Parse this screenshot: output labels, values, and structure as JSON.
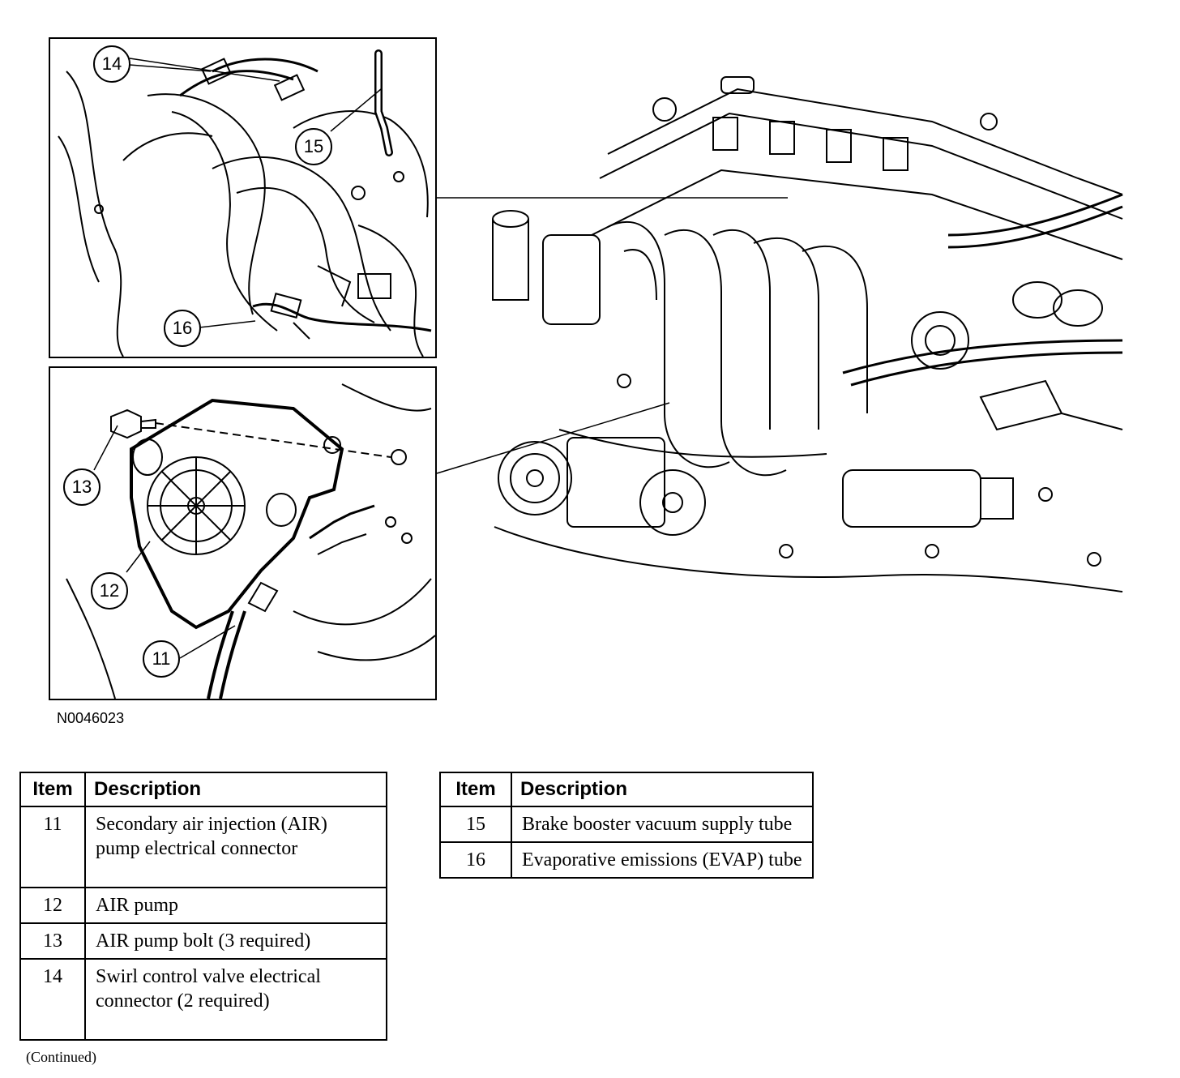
{
  "figure": {
    "id": "N0046023",
    "callouts": {
      "c14": "14",
      "c15": "15",
      "c16": "16",
      "c13": "13",
      "c12": "12",
      "c11": "11"
    }
  },
  "legend": {
    "header_item": "Item",
    "header_description": "Description",
    "left_rows": [
      {
        "item": "11",
        "description": "Secondary air injection (AIR) pump electrical connector"
      },
      {
        "item": "12",
        "description": "AIR pump"
      },
      {
        "item": "13",
        "description": "AIR pump bolt (3 required)"
      },
      {
        "item": "14",
        "description": "Swirl control valve electrical connector (2 required)"
      }
    ],
    "right_rows": [
      {
        "item": "15",
        "description": "Brake booster vacuum supply tube"
      },
      {
        "item": "16",
        "description": "Evaporative emissions (EVAP) tube"
      }
    ]
  },
  "footer": {
    "continued": "(Continued)"
  }
}
